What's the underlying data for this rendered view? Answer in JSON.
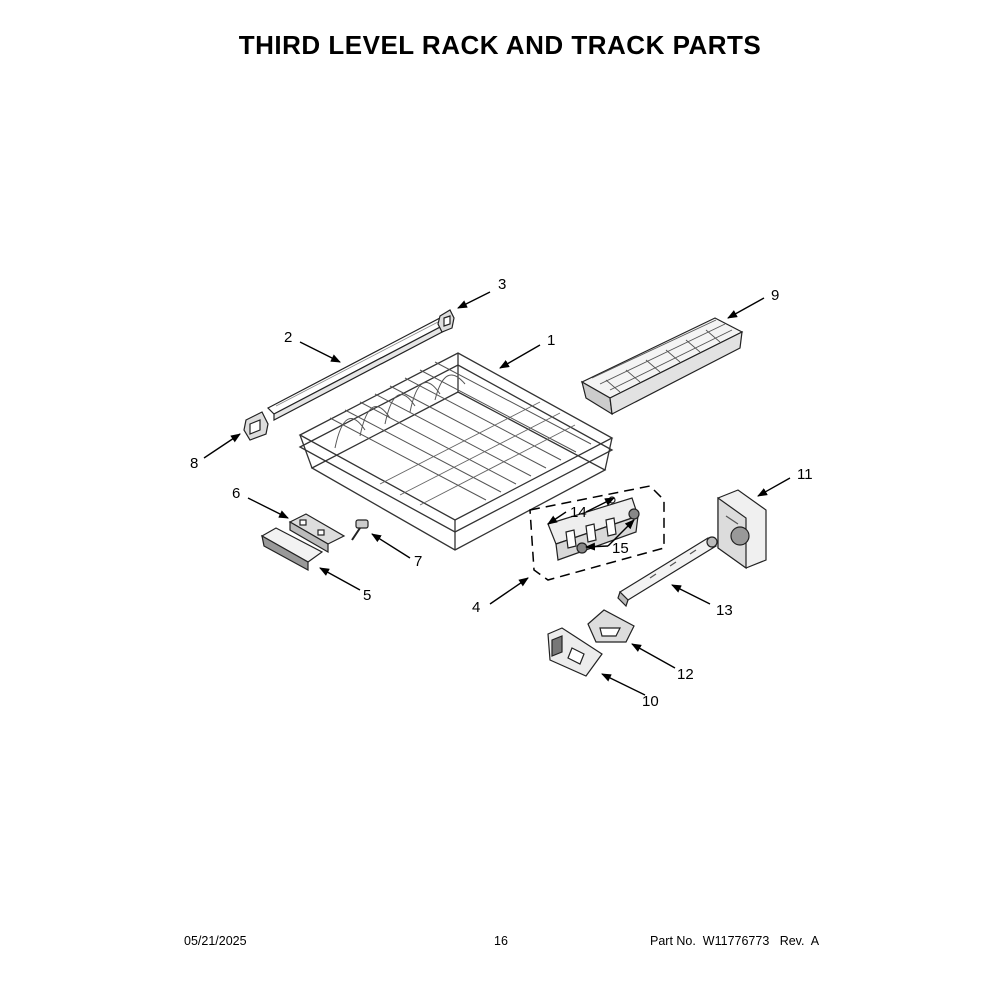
{
  "title": "THIRD LEVEL RACK AND TRACK PARTS",
  "callouts": [
    "1",
    "2",
    "3",
    "4",
    "5",
    "6",
    "7",
    "8",
    "9",
    "10",
    "11",
    "12",
    "13",
    "14",
    "15"
  ],
  "footer": {
    "date": "05/21/2025",
    "page": "16",
    "part": "Part No.  W11776773   Rev.  A"
  }
}
